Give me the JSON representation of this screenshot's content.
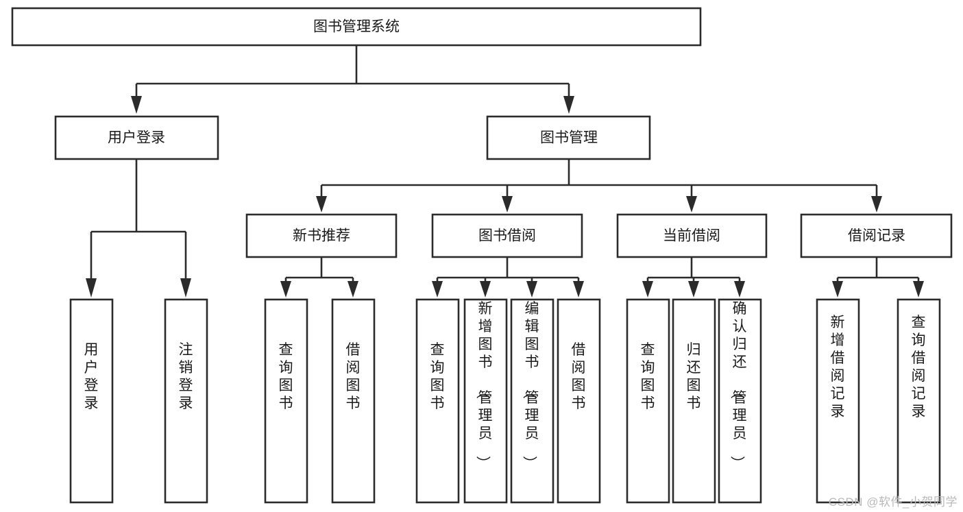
{
  "diagram": {
    "type": "tree-hierarchy",
    "title": "图书管理系统",
    "orientation": "top-down",
    "watermark": "CSDN @软件_小贺同学",
    "style": {
      "box_fill": "#ffffff",
      "box_stroke": "#2b2b2b",
      "text_color": "#1a1a1a",
      "watermark_color": "#b9b9b9",
      "background": "#ffffff"
    },
    "root": {
      "label": "图书管理系统",
      "level": 1,
      "orientation": "horizontal"
    },
    "level2": [
      {
        "label": "用户登录",
        "orientation": "horizontal"
      },
      {
        "label": "图书管理",
        "orientation": "horizontal"
      }
    ],
    "level3": [
      {
        "label": "新书推荐",
        "parent": "图书管理",
        "orientation": "horizontal"
      },
      {
        "label": "图书借阅",
        "parent": "图书管理",
        "orientation": "horizontal"
      },
      {
        "label": "当前借阅",
        "parent": "图书管理",
        "orientation": "horizontal"
      },
      {
        "label": "借阅记录",
        "parent": "图书管理",
        "orientation": "horizontal"
      }
    ],
    "leaves": {
      "用户登录": [
        {
          "label": "用户登录",
          "orientation": "vertical"
        },
        {
          "label": "注销登录",
          "orientation": "vertical"
        }
      ],
      "新书推荐": [
        {
          "label": "查询图书",
          "orientation": "vertical"
        },
        {
          "label": "借阅图书",
          "orientation": "vertical"
        }
      ],
      "图书借阅": [
        {
          "label": "查询图书",
          "orientation": "vertical"
        },
        {
          "label": "新增图书（管理员）",
          "orientation": "vertical"
        },
        {
          "label": "编辑图书（管理员）",
          "orientation": "vertical"
        },
        {
          "label": "借阅图书",
          "orientation": "vertical"
        }
      ],
      "当前借阅": [
        {
          "label": "查询图书",
          "orientation": "vertical"
        },
        {
          "label": "归还图书",
          "orientation": "vertical"
        },
        {
          "label": "确认归还（管理员）",
          "orientation": "vertical"
        }
      ],
      "借阅记录": [
        {
          "label": "新增借阅记录",
          "orientation": "vertical"
        },
        {
          "label": "查询借阅记录",
          "orientation": "vertical"
        }
      ]
    }
  }
}
